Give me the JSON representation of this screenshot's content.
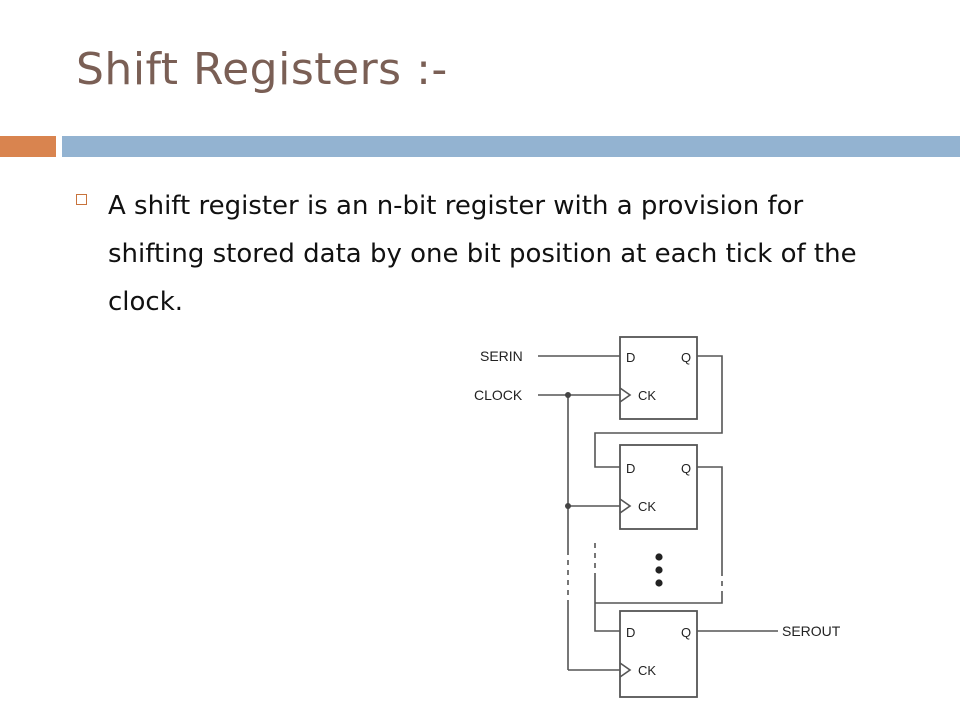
{
  "slide": {
    "title": "Shift Registers :-",
    "bullets": [
      "A shift register is an n-bit register with a provision for shifting stored data by one bit position at each tick of the clock."
    ]
  },
  "diagram": {
    "inputs": {
      "serial_in": "SERIN",
      "clock": "CLOCK"
    },
    "output": "SEROUT",
    "flip_flop_pins": {
      "data": "D",
      "output": "Q",
      "clock": "CK"
    },
    "visible_stages": 3,
    "ellipsis": "•••"
  },
  "colors": {
    "title": "#7a5f55",
    "accent_orange": "#d9844f",
    "accent_blue": "#93b3d1",
    "bullet": "#c8733c",
    "line": "#555555"
  }
}
